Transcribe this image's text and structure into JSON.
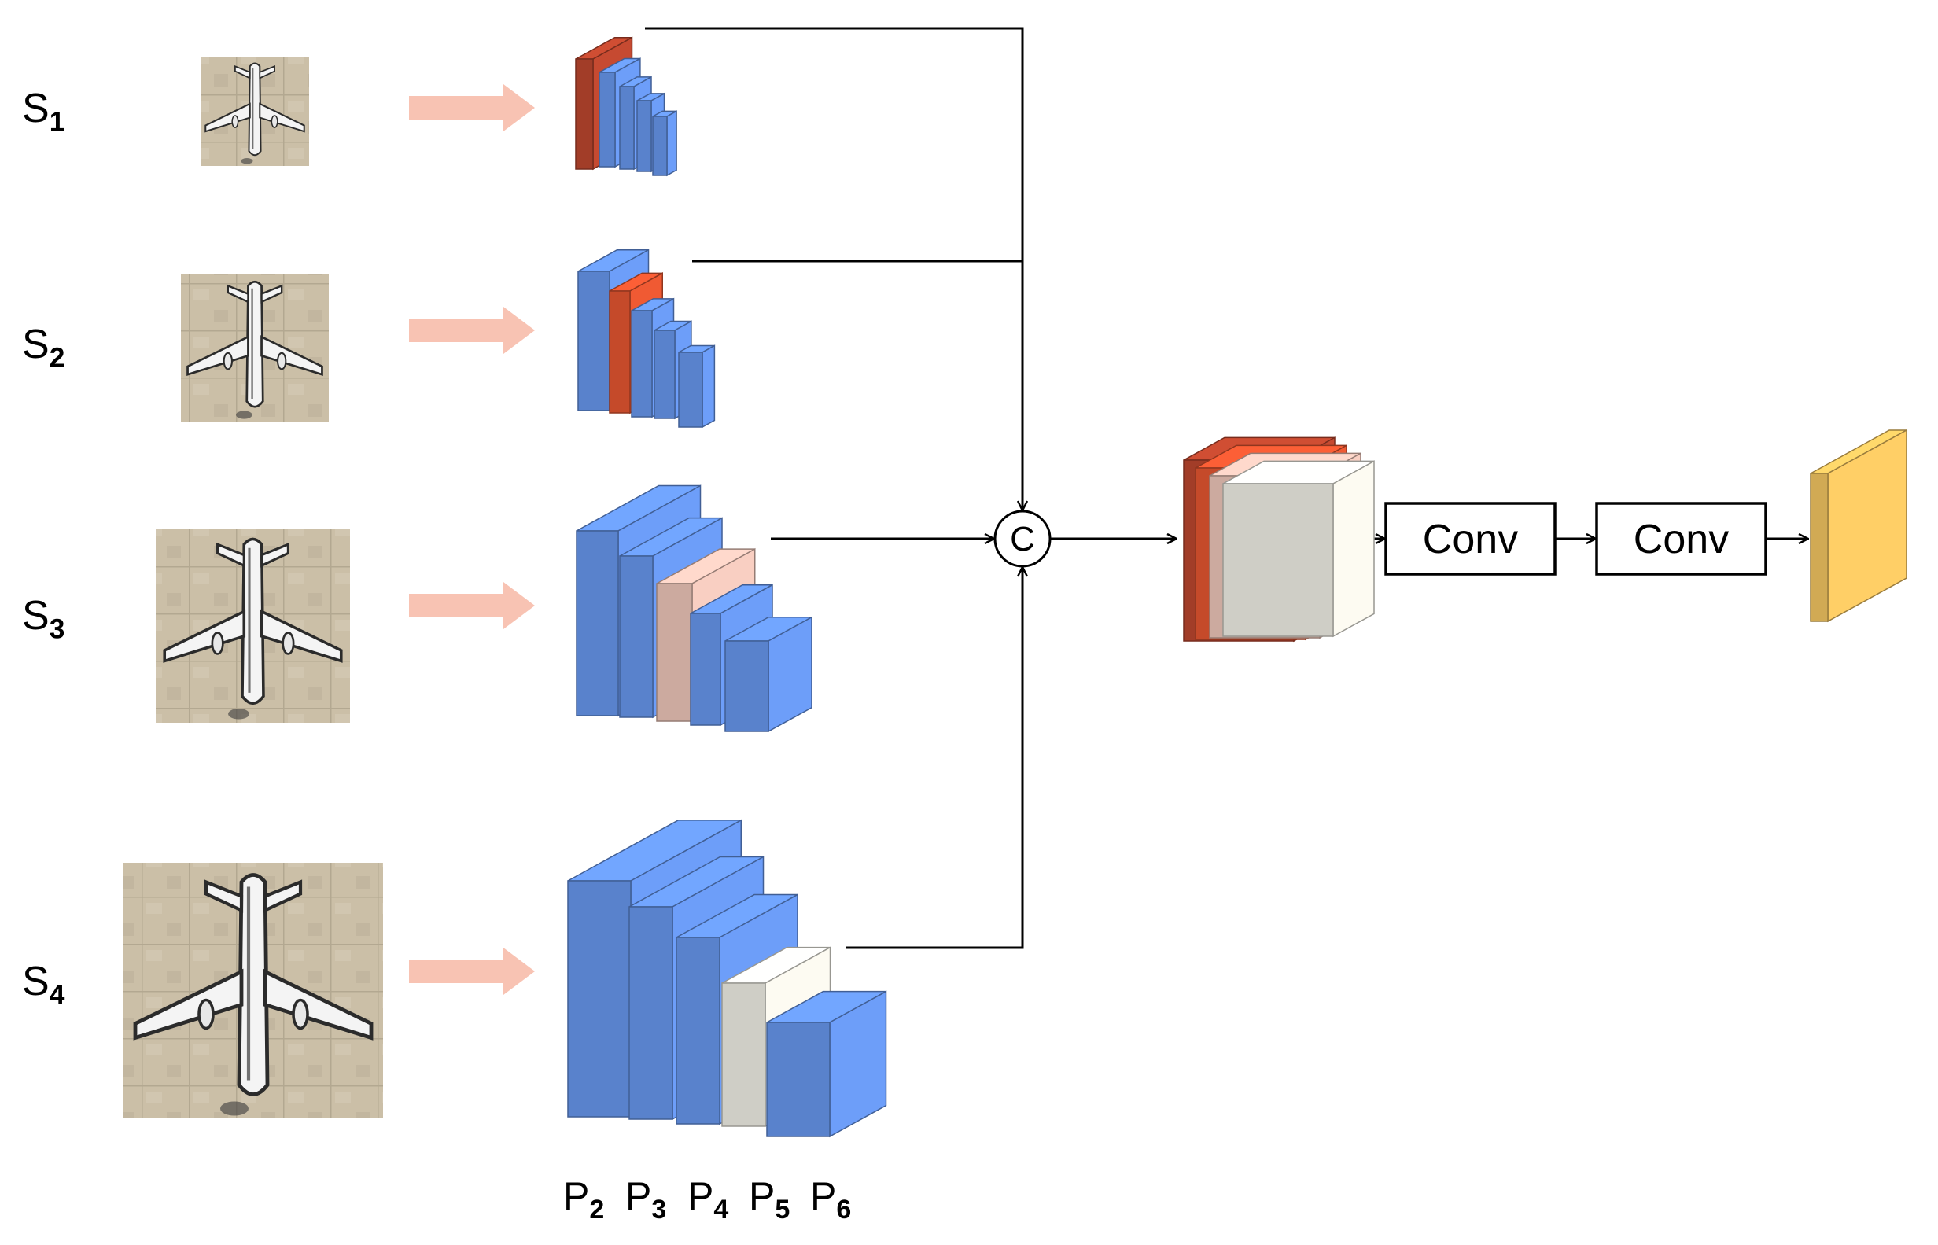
{
  "scales": [
    {
      "label": "S",
      "sub": "1"
    },
    {
      "label": "S",
      "sub": "2"
    },
    {
      "label": "S",
      "sub": "3"
    },
    {
      "label": "S",
      "sub": "4"
    }
  ],
  "pyramid_levels": [
    {
      "label": "P",
      "sub": "2"
    },
    {
      "label": "P",
      "sub": "3"
    },
    {
      "label": "P",
      "sub": "4"
    },
    {
      "label": "P",
      "sub": "5"
    },
    {
      "label": "P",
      "sub": "6"
    }
  ],
  "concat_symbol": "C",
  "conv_blocks": [
    "Conv",
    "Conv"
  ],
  "colors": {
    "feature_blue": "#6d9ef9",
    "feature_blue_dark": "#3f6fd8",
    "highlight_s1": "#c64a31",
    "highlight_s2": "#f05a33",
    "highlight_s3": "#f9cfc2",
    "highlight_s4": "#fdfbf2",
    "output": "#ffcf66",
    "arrow_fill": "#f8c3b3",
    "aerial_bg": "#c9bda5"
  }
}
